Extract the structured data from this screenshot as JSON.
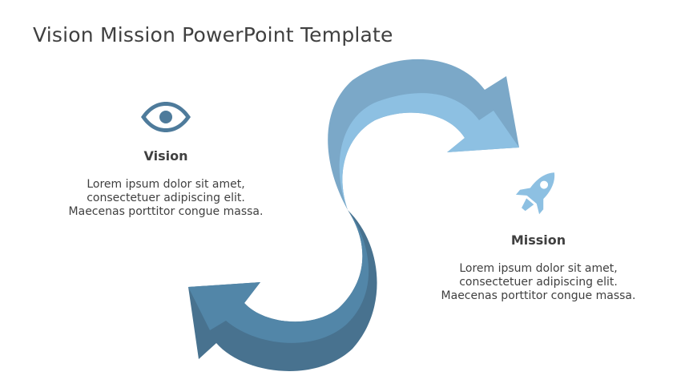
{
  "title": "Vision Mission PowerPoint Template",
  "colors": {
    "top_arrow_dark": "#7BA8C8",
    "top_arrow_light": "#8DC0E2",
    "bottom_arrow_dark": "#48728F",
    "bottom_arrow_light": "#5286A8",
    "vision_icon": "#4E7B9B",
    "mission_icon": "#8DC0E2",
    "text": "#404040"
  },
  "vision": {
    "icon": "eye-icon",
    "heading": "Vision",
    "lines": [
      "Lorem ipsum dolor sit amet,",
      "consectetuer adipiscing elit.",
      "Maecenas porttitor congue massa."
    ]
  },
  "mission": {
    "icon": "rocket-icon",
    "heading": "Mission",
    "lines": [
      "Lorem ipsum dolor sit amet,",
      "consectetuer adipiscing elit.",
      "Maecenas porttitor congue massa."
    ]
  }
}
